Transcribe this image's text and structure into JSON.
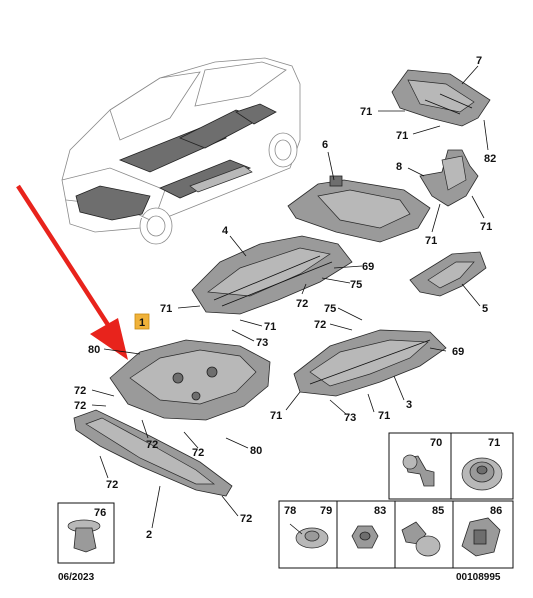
{
  "diagram": {
    "part_labels": {
      "p1": "1",
      "p2": "2",
      "p3": "3",
      "p4": "4",
      "p5": "5",
      "p6": "6",
      "p7": "7",
      "p8": "8",
      "p69": "69",
      "p70": "70",
      "p71": "71",
      "p72": "72",
      "p73": "73",
      "p75": "75",
      "p76": "76",
      "p78": "78",
      "p79": "79",
      "p80": "80",
      "p82": "82",
      "p83": "83",
      "p85": "85",
      "p86": "86"
    },
    "footer": {
      "date": "06/2023",
      "reference": "00108995"
    },
    "colors": {
      "arrow": "#e8231c",
      "highlight": "#f0b23a",
      "part_fill": "#9a9a9a"
    }
  }
}
